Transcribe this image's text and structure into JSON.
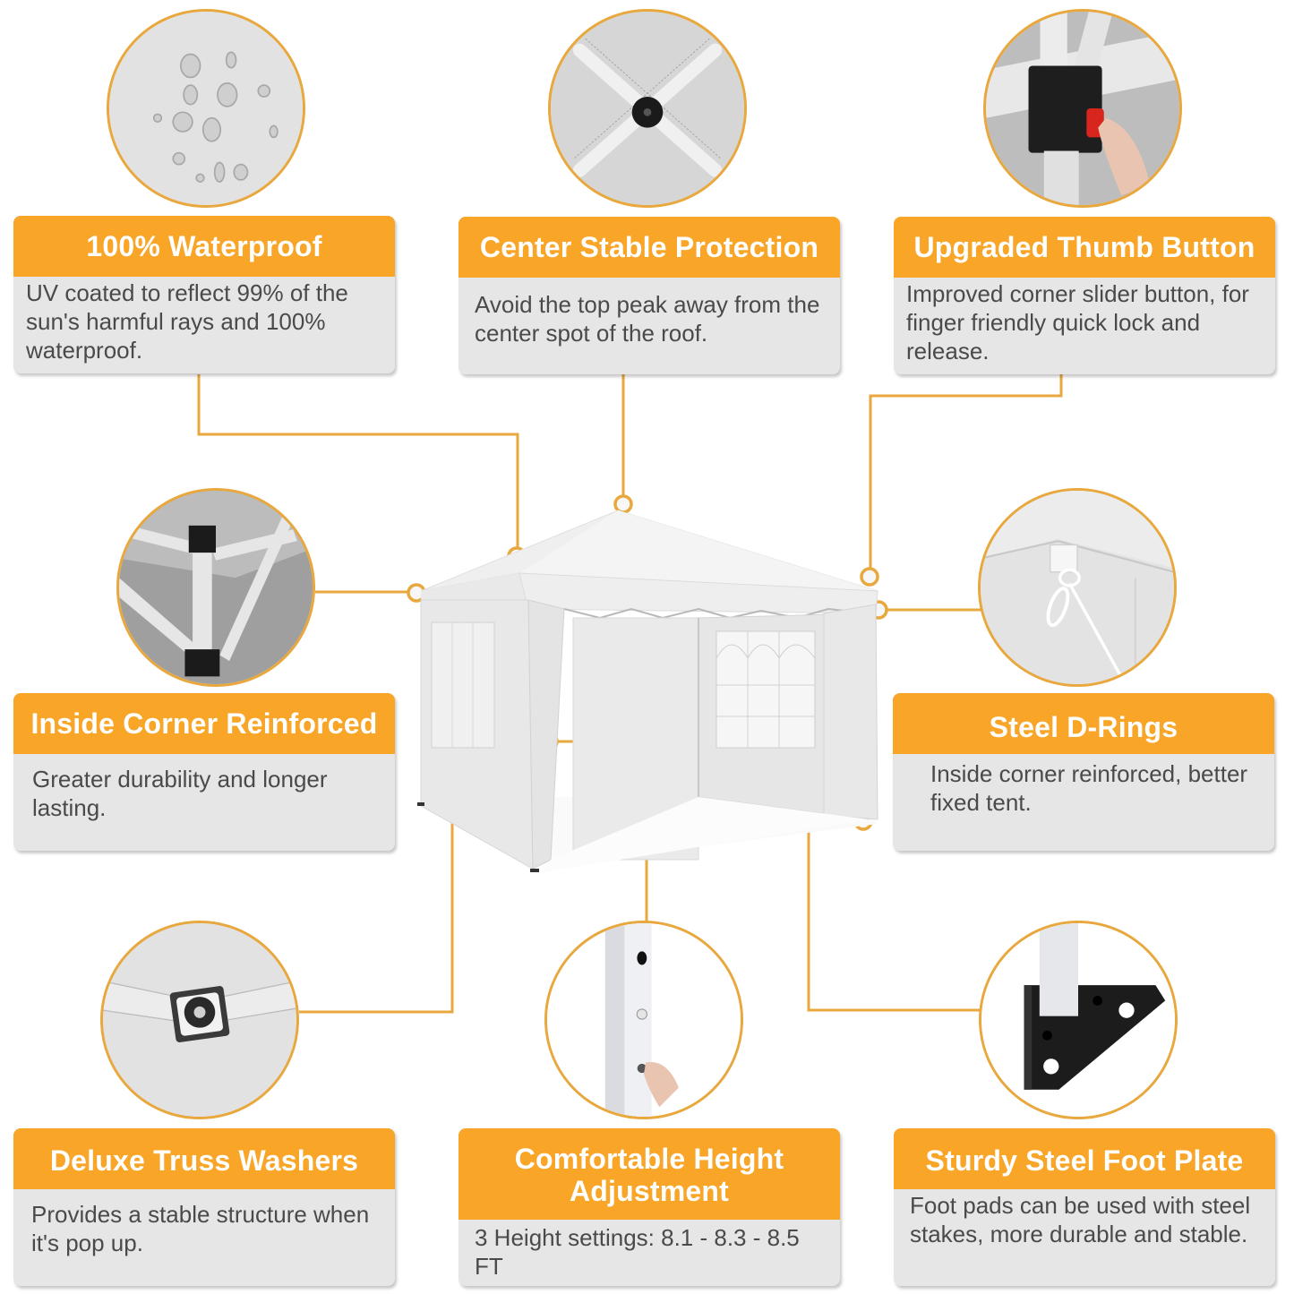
{
  "colors": {
    "accent_orange": "#f8a528",
    "connector_gold": "#e8a83e",
    "card_gray": "#e6e6e6",
    "body_text": "#4a4a4a"
  },
  "features": [
    {
      "title": "100% Waterproof",
      "description": "UV coated to reflect 99% of the sun's harmful rays and 100% waterproof.",
      "image": "water-droplets-on-fabric"
    },
    {
      "title": "Center Stable Protection",
      "description": "Avoid the top peak away from the center spot of the roof.",
      "image": "center-hub-connector"
    },
    {
      "title": "Upgraded Thumb Button",
      "description": "Improved corner slider button, for finger friendly quick lock and release.",
      "image": "corner-slider-red-button"
    },
    {
      "title": "Inside Corner Reinforced",
      "description": "Greater durability and longer lasting.",
      "image": "frame-corner-truss"
    },
    {
      "title": "Steel D-Rings",
      "description": "Inside corner reinforced, better fixed tent.",
      "image": "d-ring-tie"
    },
    {
      "title": "Deluxe Truss Washers",
      "description": "Provides a stable structure when it's pop up.",
      "image": "truss-washer-bolt"
    },
    {
      "title": "Comfortable Height Adjustment",
      "description": "3 Height settings: 8.1 - 8.3 - 8.5 FT",
      "image": "leg-height-button"
    },
    {
      "title": "Sturdy Steel Foot Plate",
      "description": "Foot pads can be used with steel stakes, more durable and stable.",
      "image": "steel-foot-plate"
    }
  ],
  "product": {
    "image": "white-canopy-tent-with-sidewalls"
  }
}
